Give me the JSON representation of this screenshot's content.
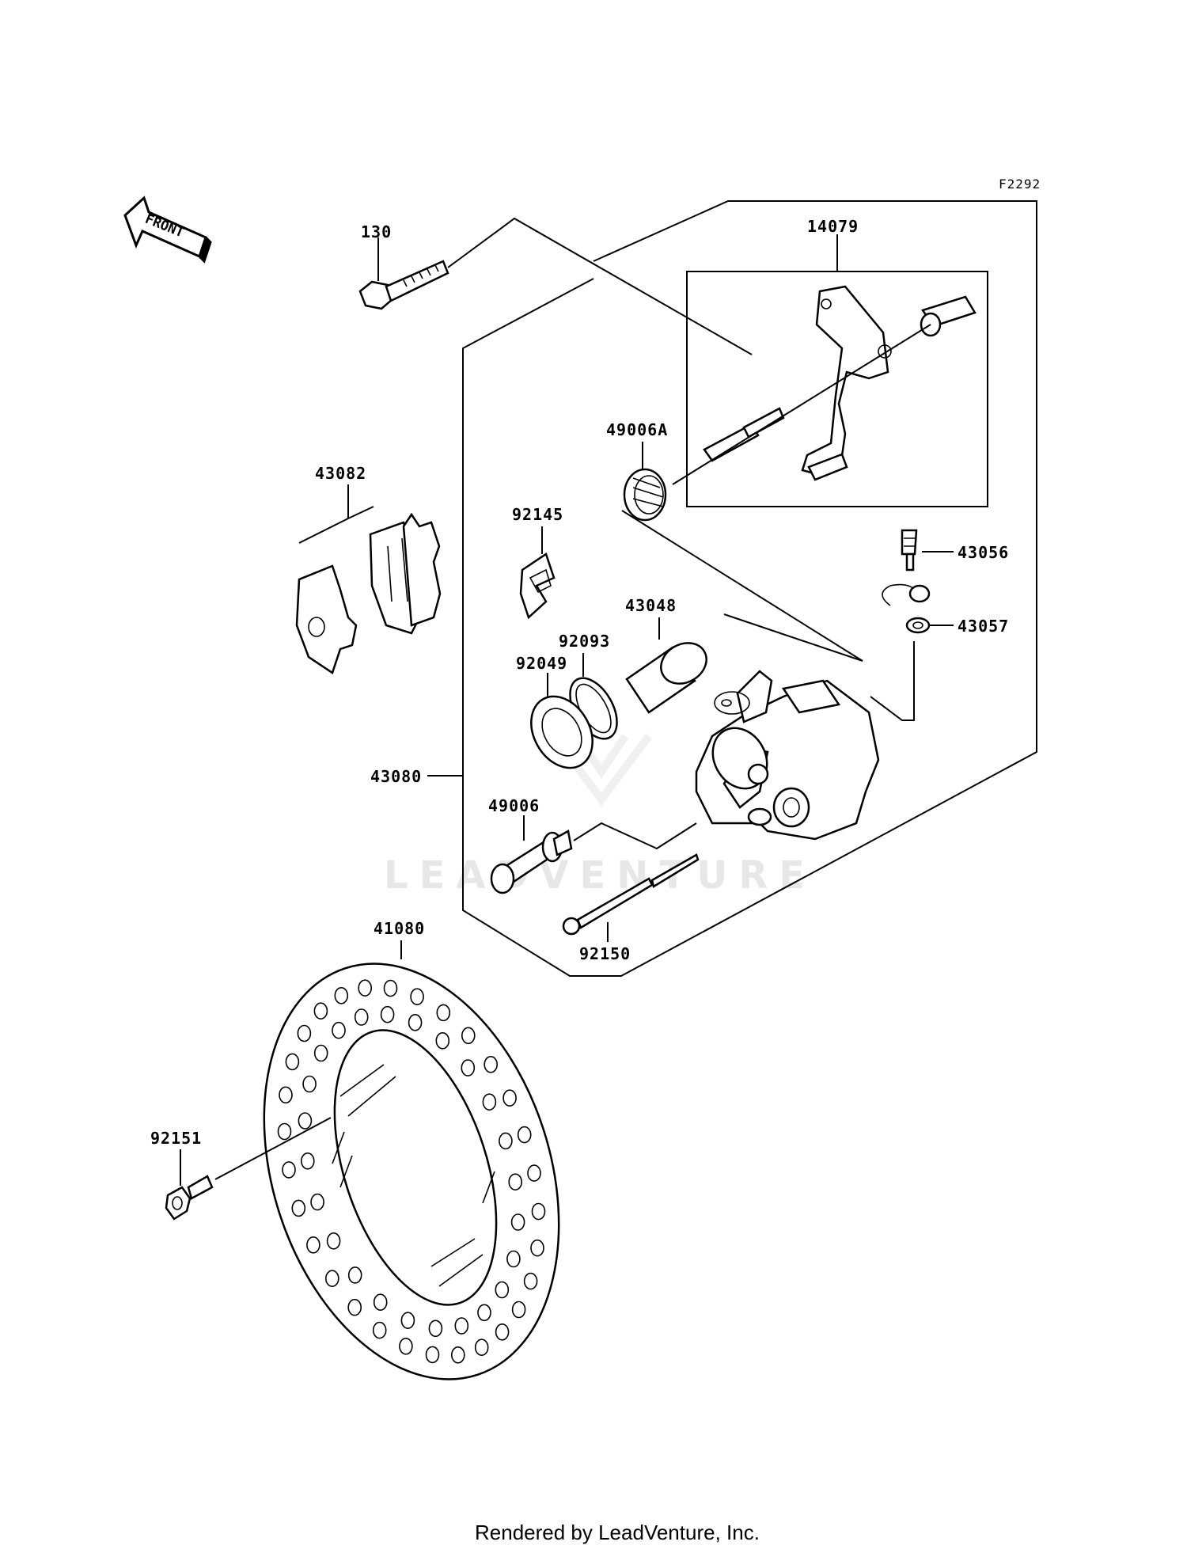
{
  "diagram_id": "F2292",
  "front_label": "FRONT",
  "watermark": "LEADVENTURE",
  "footer": "Rendered by LeadVenture, Inc.",
  "parts": {
    "p130": "130",
    "p14079": "14079",
    "p43082": "43082",
    "p49006A": "49006A",
    "p92145": "92145",
    "p43056": "43056",
    "p43048": "43048",
    "p92093": "92093",
    "p43057": "43057",
    "p92049": "92049",
    "p43080": "43080",
    "p49006": "49006",
    "p92150": "92150",
    "p41080": "41080",
    "p92151": "92151"
  }
}
